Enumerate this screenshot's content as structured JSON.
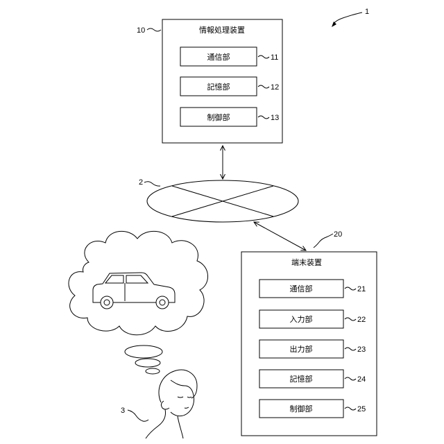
{
  "figure": {
    "ref": "1"
  },
  "server": {
    "ref": "10",
    "title": "情報処理装置",
    "units": [
      {
        "label": "通信部",
        "ref": "11"
      },
      {
        "label": "記憶部",
        "ref": "12"
      },
      {
        "label": "制御部",
        "ref": "13"
      }
    ]
  },
  "network": {
    "ref": "2"
  },
  "terminal": {
    "ref": "20",
    "title": "端末装置",
    "units": [
      {
        "label": "通信部",
        "ref": "21"
      },
      {
        "label": "入力部",
        "ref": "22"
      },
      {
        "label": "出力部",
        "ref": "23"
      },
      {
        "label": "記憶部",
        "ref": "24"
      },
      {
        "label": "制御部",
        "ref": "25"
      }
    ]
  },
  "user": {
    "ref": "3"
  }
}
